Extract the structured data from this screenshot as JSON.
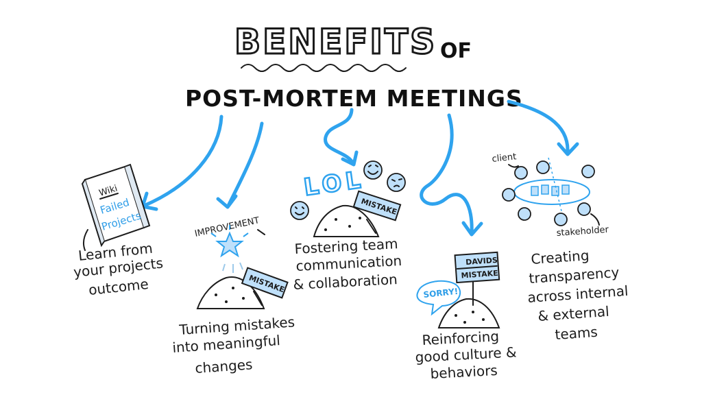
{
  "title": {
    "main": "BENEFITS",
    "of": "OF",
    "sub": "POST-MORTEM MEETINGS"
  },
  "benefits": [
    {
      "lines": [
        "Learn from",
        "your projects",
        "outcome"
      ],
      "book": {
        "top": "Wiki",
        "blue1": "Failed",
        "blue2": "Projects"
      }
    },
    {
      "lines": [
        "Turning mistakes",
        "into meaningful",
        "changes"
      ],
      "label_top": "IMPROVEMENT",
      "sign": "MISTAKE"
    },
    {
      "lines": [
        "Fostering team",
        "communication",
        "& collaboration"
      ],
      "bubble": "LOL",
      "sign": "MISTAKE"
    },
    {
      "lines": [
        "Reinforcing",
        "good culture &",
        "behaviors"
      ],
      "sign_top": "DAVIDS",
      "sign": "MISTAKE",
      "speech": "SORRY!"
    },
    {
      "lines": [
        "Creating",
        "transparency",
        "across internal",
        "& external",
        "teams"
      ],
      "label_client": "client",
      "label_stakeholder": "stakeholder"
    }
  ],
  "colors": {
    "accent_blue": "#2fa3ee",
    "light_blue": "#bfe0fa",
    "ink": "#1c1c1c"
  }
}
